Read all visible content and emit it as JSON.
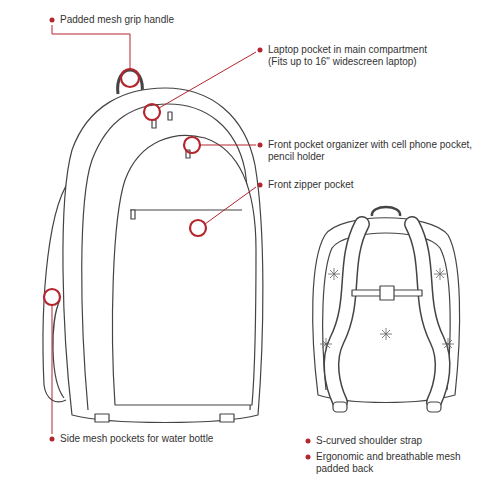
{
  "diagram": {
    "labels": [
      "Padded mesh grip handle",
      "Laptop pocket in main compartment",
      "(Fits up to 16\" widescreen laptop)",
      "Front pocket organizer with cell phone pocket, pencil holder",
      "Front zipper pocket",
      "Side mesh pockets for water bottle",
      "S-curved shoulder strap",
      "Ergonomic and breathable mesh padded back"
    ]
  }
}
